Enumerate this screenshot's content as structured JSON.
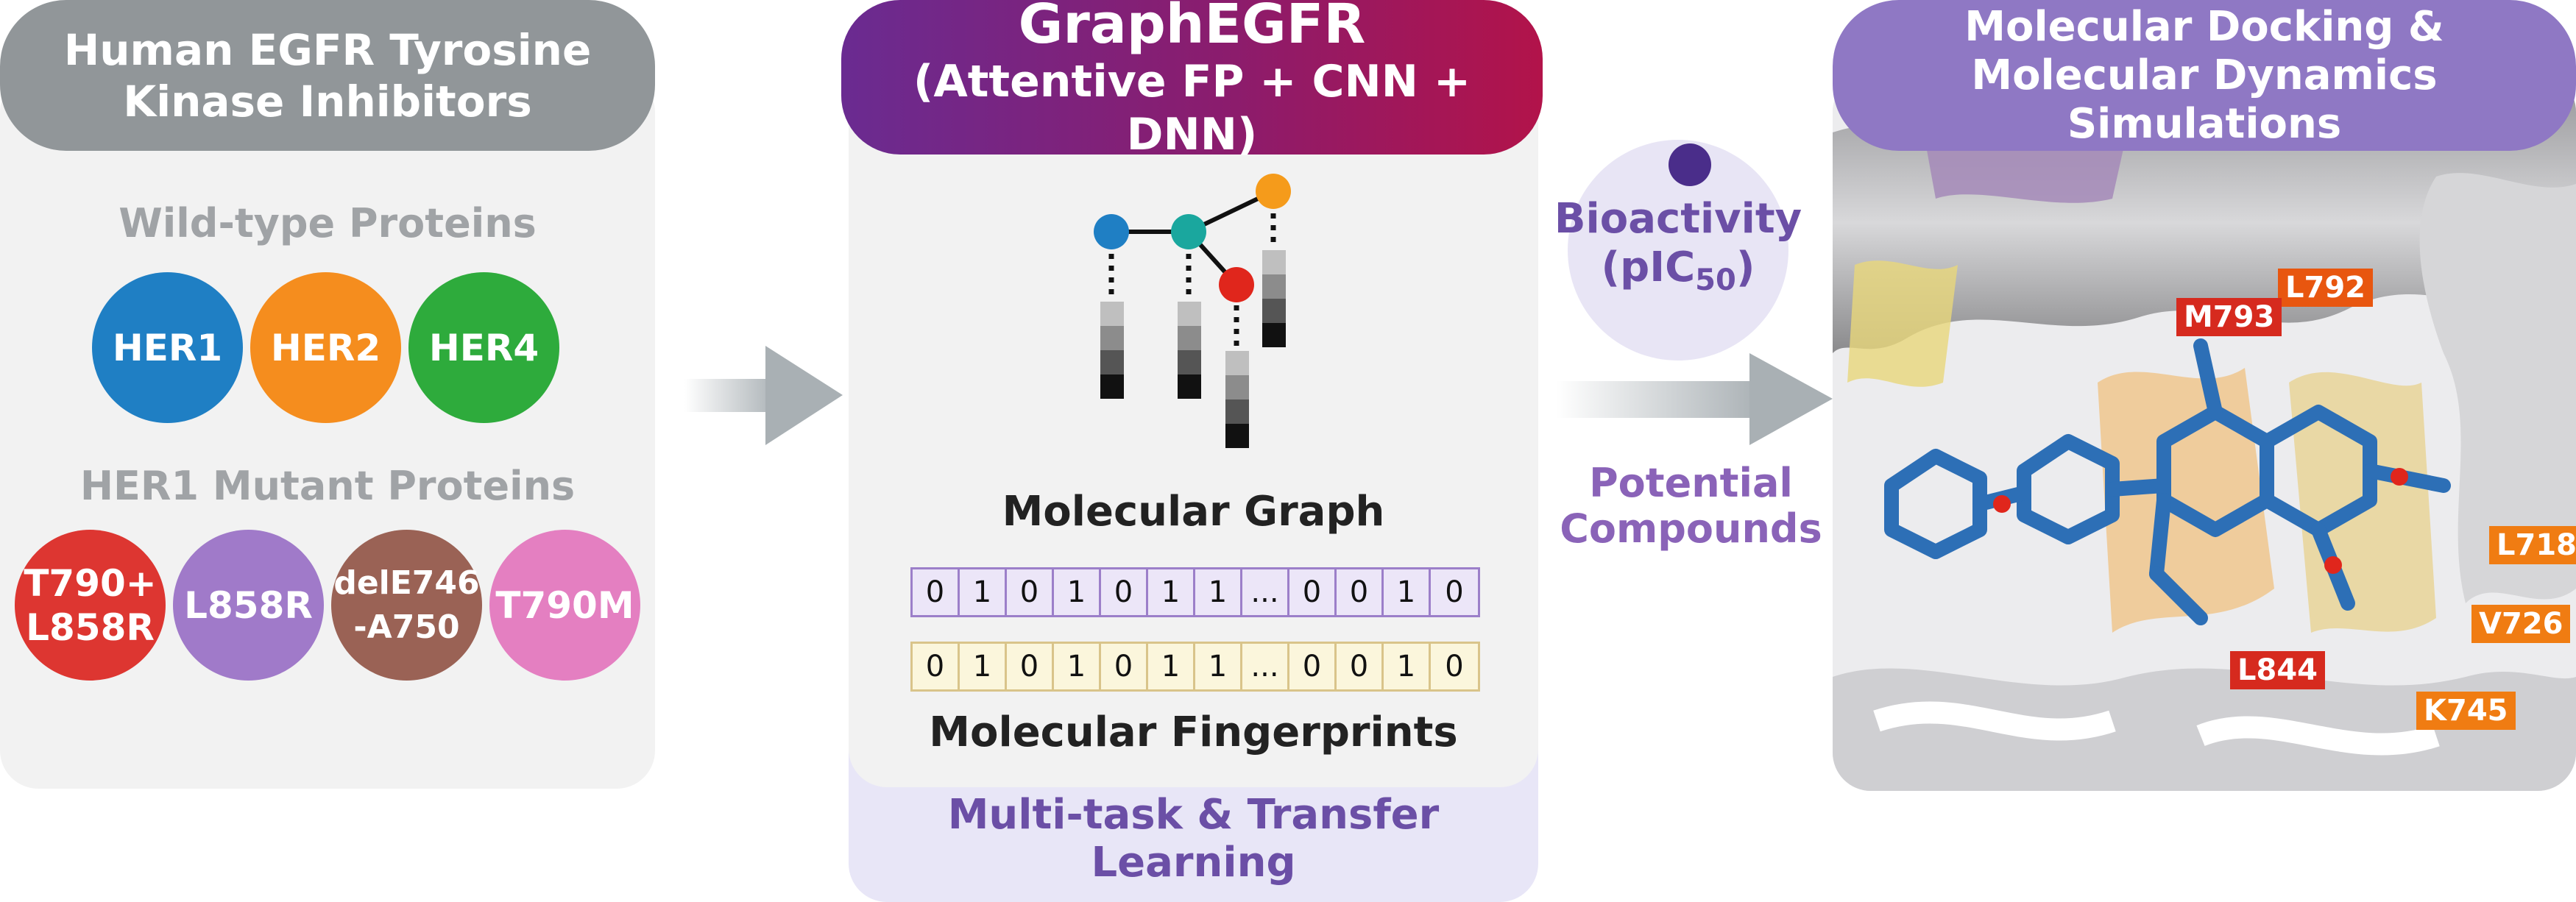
{
  "panel1": {
    "title_line1": "Human EGFR Tyrosine",
    "title_line2": "Kinase Inhibitors",
    "wild_type_heading": "Wild-type Proteins",
    "wild_type": [
      {
        "label": "HER1",
        "color": "#1f7fc4"
      },
      {
        "label": "HER2",
        "color": "#f58d1e"
      },
      {
        "label": "HER4",
        "color": "#2eab3c"
      }
    ],
    "mutant_heading": "HER1 Mutant Proteins",
    "mutants": [
      {
        "line1": "T790+",
        "line2": "L858R",
        "color": "#dd3631"
      },
      {
        "line1": "L858R",
        "line2": "",
        "color": "#a07ac9"
      },
      {
        "line1": "delE746",
        "line2": "-A750",
        "color": "#9a6255"
      },
      {
        "line1": "T790M",
        "line2": "",
        "color": "#e47fc1"
      }
    ]
  },
  "panel2": {
    "title_line1": "GraphEGFR",
    "title_line2": "(Attentive FP + CNN + DNN)",
    "graph_caption": "Molecular Graph",
    "graph_node_colors": [
      "#1f7fc4",
      "#1aa79e",
      "#f59b1b",
      "#e0261c"
    ],
    "bits_row1": [
      "0",
      "1",
      "0",
      "1",
      "0",
      "1",
      "1",
      "...",
      "0",
      "0",
      "1",
      "0"
    ],
    "bits_row2": [
      "0",
      "1",
      "0",
      "1",
      "0",
      "1",
      "1",
      "...",
      "0",
      "0",
      "1",
      "0"
    ],
    "row1_border_color": "#9c7fc9",
    "row2_border_color": "#d9c48a",
    "fingerprint_caption": "Molecular Fingerprints",
    "bottom_label": "Multi-task & Transfer Learning"
  },
  "bioactivity": {
    "line1": "Bioactivity",
    "line2_prefix": "(pIC",
    "line2_sub": "50",
    "line2_suffix": ")",
    "dot_color": "#4a2d8a"
  },
  "potential": {
    "line1": "Potential",
    "line2": "Compounds"
  },
  "panel4": {
    "title_line1": "Molecular Docking &",
    "title_line2": "Molecular Dynamics Simulations",
    "residues": [
      {
        "label": "L792",
        "color": "#e8560f"
      },
      {
        "label": "M793",
        "color": "#d62a1e"
      },
      {
        "label": "L718",
        "color": "#f07c12"
      },
      {
        "label": "V726",
        "color": "#f07c12"
      },
      {
        "label": "L844",
        "color": "#d62a1e"
      },
      {
        "label": "K745",
        "color": "#f07c12"
      }
    ]
  }
}
